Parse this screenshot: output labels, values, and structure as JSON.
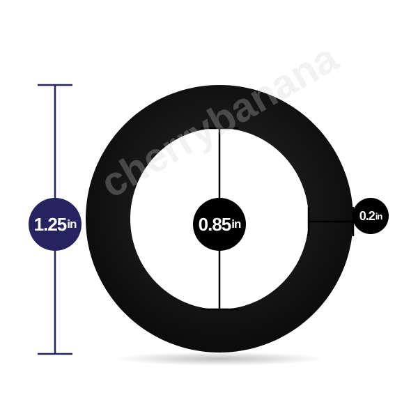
{
  "product": {
    "name": "black-ring",
    "colors": {
      "ring": "#121212",
      "outer_badge": "#25245f",
      "measure_line_outer": "#25245f",
      "inner_badge": "#000000",
      "measure_line_inner": "#000000"
    }
  },
  "dimensions": {
    "outer_diameter": {
      "value": "1.25",
      "unit": "in"
    },
    "inner_diameter": {
      "value": "0.85",
      "unit": "in"
    },
    "thickness": {
      "value": "0.2",
      "unit": "in"
    }
  },
  "watermark": {
    "text": "cherrybanana"
  }
}
